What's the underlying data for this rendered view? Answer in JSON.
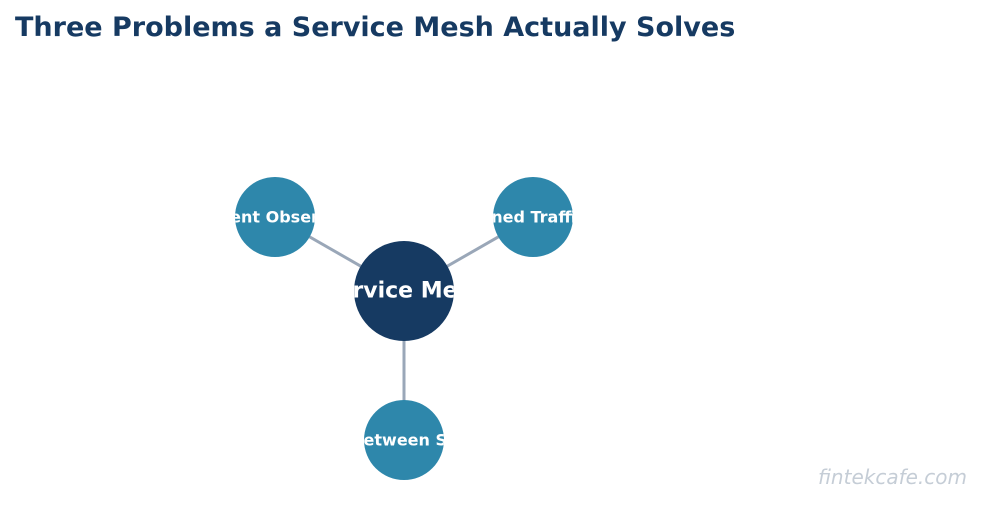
{
  "title": "Three Problems a Service Mesh Actually Solves",
  "watermark": "fintekcafe.com",
  "colors": {
    "title": "#163a62",
    "hub": "#163a62",
    "satellite": "#2e87ab",
    "edge": "#9aa7b8",
    "label": "#ffffff",
    "watermark": "#c5cdd6"
  },
  "diagram": {
    "hub": {
      "label": "Service Mesh"
    },
    "satellites": [
      {
        "id": "left",
        "label": "Consistent Observability"
      },
      {
        "id": "right",
        "label": "Fine-Grained Traffic Control"
      },
      {
        "id": "bottom",
        "label": "mTLS Between Services"
      }
    ]
  }
}
